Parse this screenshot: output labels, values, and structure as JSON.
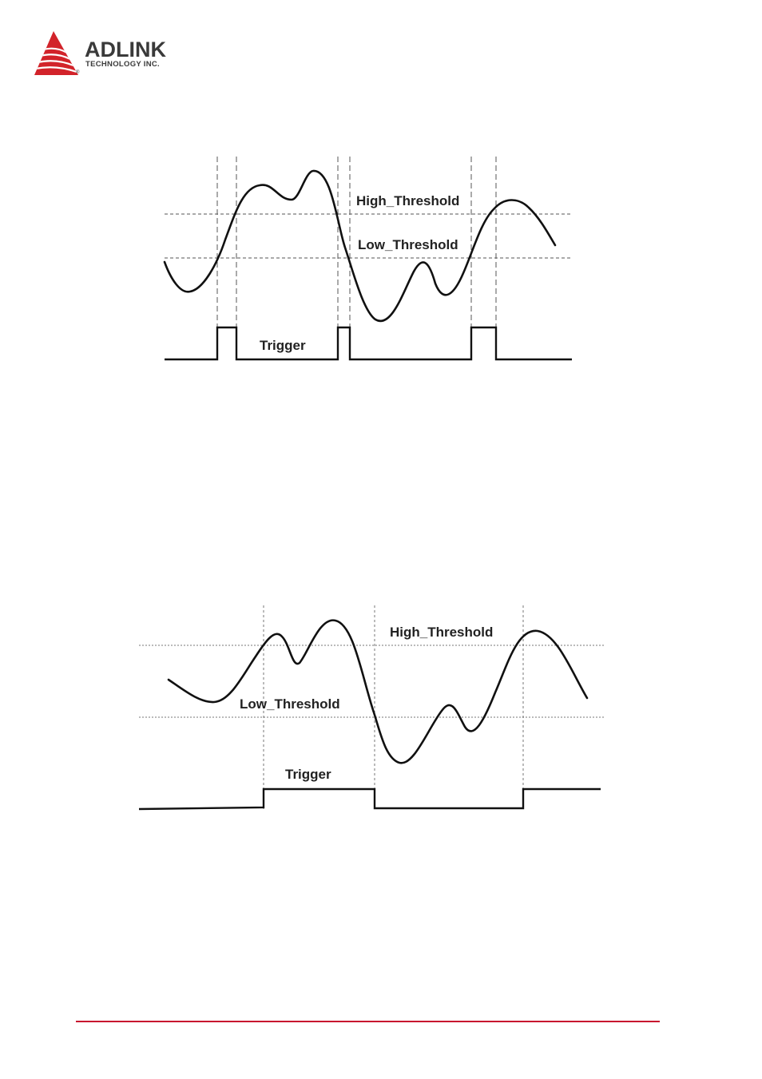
{
  "header": {
    "brand_name": "ADLINK",
    "brand_tagline": "TECHNOLOGY INC.",
    "registered_mark": "®",
    "brand_color": "#d2232a",
    "icon": "adlink-triangle-logo-icon"
  },
  "figures": [
    {
      "high_threshold_label": "High_Threshold",
      "low_threshold_label": "Low_Threshold",
      "trigger_label": "Trigger"
    },
    {
      "high_threshold_label": "High_Threshold",
      "low_threshold_label": "Low_Threshold",
      "trigger_label": "Trigger"
    }
  ],
  "footer": {
    "rule_color": "#c8102e"
  }
}
